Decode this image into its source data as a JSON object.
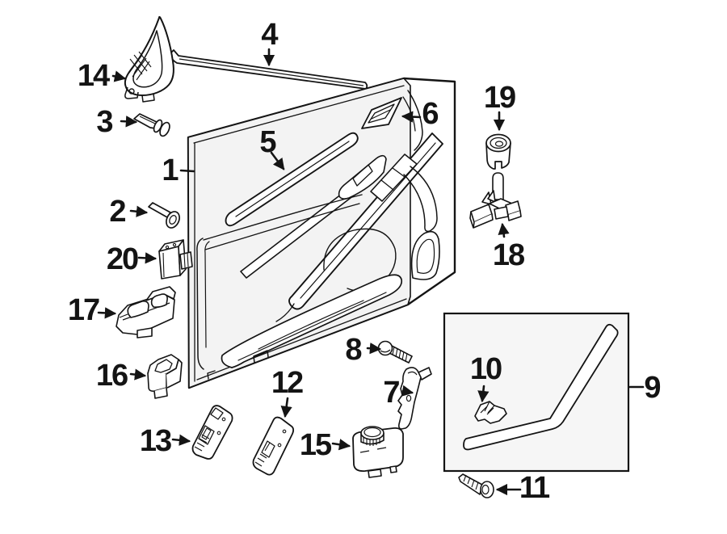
{
  "colors": {
    "ink": "#141414",
    "panel_fill": "#f3f3f3",
    "inset_box_fill": "#f6f6f6",
    "background": "#ffffff"
  },
  "callouts": {
    "p1": "1",
    "p2": "2",
    "p3": "3",
    "p4": "4",
    "p5": "5",
    "p6": "6",
    "p7": "7",
    "p8": "8",
    "p9": "9",
    "p10": "10",
    "p11": "11",
    "p12": "12",
    "p13": "13",
    "p14": "14",
    "p15": "15",
    "p16": "16",
    "p17": "17",
    "p18": "18",
    "p19": "19",
    "p20": "20"
  }
}
